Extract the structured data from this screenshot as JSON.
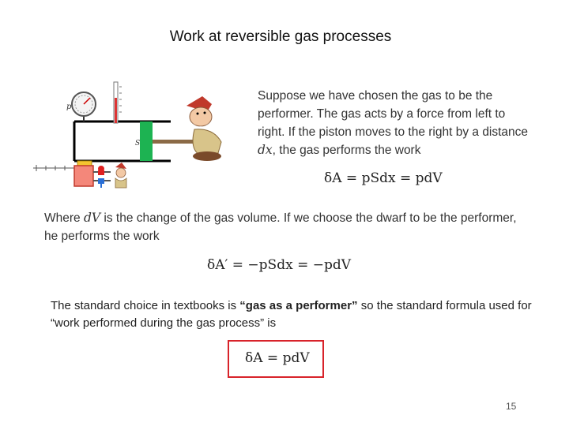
{
  "slide": {
    "title": "Work at reversible gas processes",
    "para1": {
      "before": "Suppose we have chosen the gas to be the performer. The gas acts by a force from  left to right. If the piston moves to the right by a distance ",
      "var": "dx",
      "after": ", the gas performs the work"
    },
    "formula1": "δA = pSdx = pdV",
    "para2": {
      "before": "Where ",
      "var": "dV",
      "after": " is the change of the gas volume. If we choose the dwarf to be the performer, he performs the work"
    },
    "formula2": "δA′ = −pSdx = −pdV",
    "para3": {
      "before": "The standard choice in textbooks is ",
      "bold": "“gas as a performer”",
      "after": " so the standard formula used for “work performed during the gas process” is"
    },
    "formula3": "δA = pdV",
    "page_number": "15"
  },
  "illustration": {
    "gauge_label": "p",
    "piston_label": "S",
    "colors": {
      "piston": "#1db352",
      "heater": "#f4877a",
      "valve_red": "#e02020",
      "valve_blue": "#2a6fd6",
      "tank": "#f4c430"
    }
  }
}
